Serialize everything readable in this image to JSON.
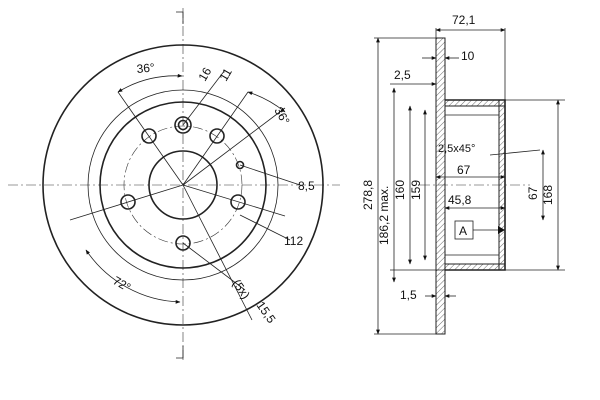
{
  "front_view": {
    "angle_top": "36°",
    "diam_16": "16",
    "diam_11": "11",
    "angle_right": "36°",
    "diam_8_5": "8,5",
    "diam_112": "112",
    "angle_bottom": "72°",
    "holes_count": "(5x)",
    "diam_15_5": "15,5"
  },
  "side_view": {
    "width_72_1": "72,1",
    "thick_10": "10",
    "offset_2_5": "2,5",
    "chamfer": "2,5x45°",
    "depth_67": "67",
    "depth_45_8": "45,8",
    "offset_1_5": "1,5",
    "datum": "A",
    "diam_278_8": "278,8",
    "diam_186_2": "186,2 max.",
    "diam_160": "160",
    "diam_159": "159",
    "diam_67": "67",
    "diam_168": "168"
  }
}
